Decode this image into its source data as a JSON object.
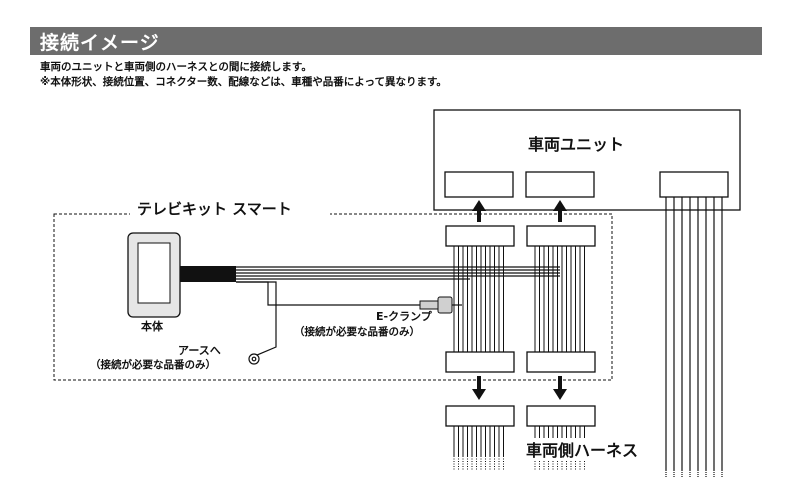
{
  "header": {
    "title": "接続イメージ",
    "line1": "車両のユニットと車両側のハーネスとの間に接続します。",
    "line2": "※本体形状、接続位置、コネクター数、配線などは、車種や品番によって異なります。"
  },
  "diagram": {
    "vehicle_unit": "車両ユニット",
    "kit_title": "テレビキット スマート",
    "main_body": "本体",
    "eclamp": "E-クランプ",
    "eclamp_note": "（接続が必要な品番のみ）",
    "ground": "アースへ",
    "ground_note": "（接続が必要な品番のみ）",
    "harness": "車両側ハーネス"
  },
  "colors": {
    "banner": "#6d6d6d",
    "line": "#111111",
    "body_fill": "#e6e6e6"
  }
}
